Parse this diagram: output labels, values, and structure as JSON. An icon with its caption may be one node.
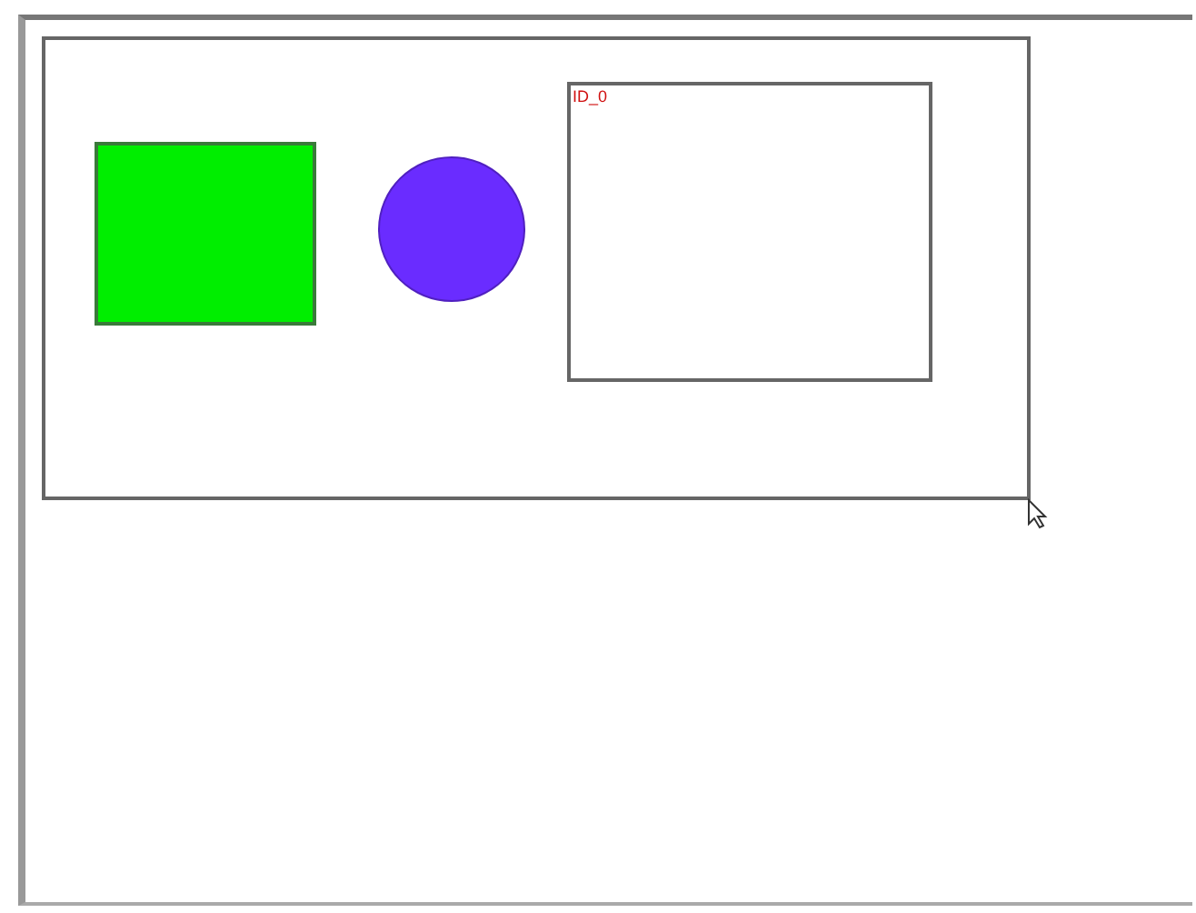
{
  "diagram": {
    "nodes": [
      {
        "text": [],
        "shape": "box"
      },
      {
        "text": [],
        "shape": "box",
        "in": 0
      },
      {
        "text": [],
        "shape": "circle",
        "in": 0
      },
      {
        "text": [
          "ID_0"
        ],
        "in": 0
      }
    ]
  }
}
